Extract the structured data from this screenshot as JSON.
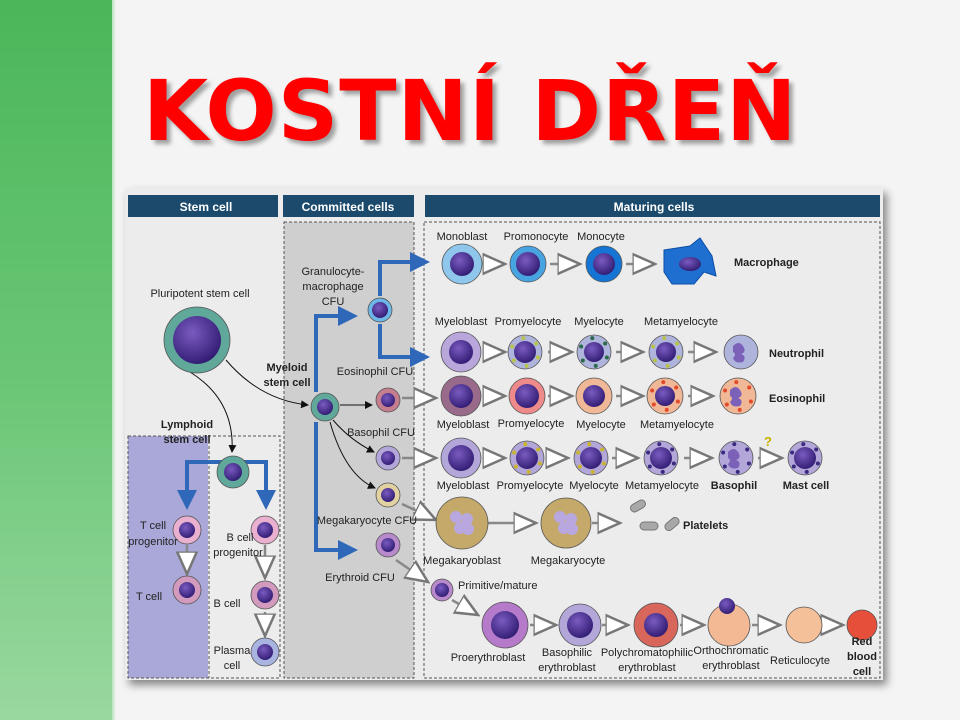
{
  "slide": {
    "title": "KOSTNÍ DŘEŇ"
  },
  "headers": {
    "stem": "Stem cell",
    "committed": "Committed cells",
    "maturing": "Maturing cells"
  },
  "stem": {
    "pluripotent": "Pluripotent stem cell",
    "myeloid": [
      "Myeloid",
      "stem cell"
    ],
    "lymphoid": [
      "Lymphoid",
      "stem cell"
    ],
    "t_progenitor": [
      "T cell",
      "progenitor"
    ],
    "t_cell": "T cell",
    "b_progenitor": [
      "B cell",
      "progenitor"
    ],
    "b_cell": "B cell",
    "plasma": [
      "Plasma",
      "cell"
    ]
  },
  "committed": {
    "gm_cfu": [
      "Granulocyte-",
      "macrophage",
      "CFU"
    ],
    "eosinophil_cfu": "Eosinophil CFU",
    "basophil_cfu": "Basophil CFU",
    "megakaryocyte_cfu": "Megakaryocyte CFU",
    "erythroid_cfu": "Erythroid CFU"
  },
  "rows": {
    "monocyte": {
      "stages": [
        "Monoblast",
        "Promonocyte",
        "Monocyte"
      ],
      "end": "Macrophage"
    },
    "neutrophil": {
      "stages": [
        "Myeloblast",
        "Promyelocyte",
        "Myelocyte",
        "Metamyelocyte"
      ],
      "end": "Neutrophil"
    },
    "eosinophil": {
      "stages": [
        "Myeloblast",
        "Promyelocyte",
        "Myelocyte",
        "Metamyelocyte"
      ],
      "end": "Eosinophil"
    },
    "basophil": {
      "stages": [
        "Myeloblast",
        "Promyelocyte",
        "Myelocyte",
        "Metamyelocyte"
      ],
      "end": "Basophil",
      "question": "?",
      "mast": "Mast cell"
    },
    "megakaryocyte": {
      "stages": [
        "Megakaryoblast",
        "Megakaryocyte"
      ],
      "end": "Platelets"
    },
    "erythroid": {
      "primitive": "Primitive/mature",
      "proerythroblast": "Proerythroblast",
      "basophilic": [
        "Basophilic",
        "erythroblast"
      ],
      "polychromatophilic": [
        "Polychromatophilic",
        "erythroblast"
      ],
      "orthochromatic": [
        "Orthochromatic",
        "erythroblast"
      ],
      "reticulocyte": "Reticulocyte",
      "rbc": [
        "Red",
        "blood",
        "cell"
      ]
    }
  },
  "colors": {
    "title": "#ff0000",
    "header": "#1b4a6d",
    "arrow_blue": "#2f68b8",
    "nucleus": "#4b2f8f"
  }
}
